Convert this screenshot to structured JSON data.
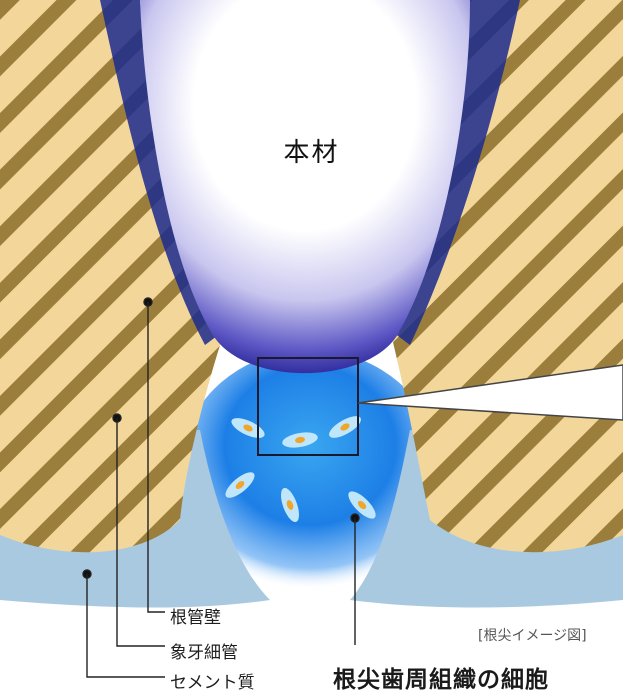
{
  "diagram": {
    "title": "本材",
    "labels": {
      "root_canal_wall": "根管壁",
      "dentinal_tubules": "象牙細管",
      "cementum": "セメント質",
      "periapical_cells": "根尖歯周組織の細胞",
      "caption": "[根尖イメージ図]"
    },
    "colors": {
      "dentin": "#f3d79a",
      "stripe": "#9c7e3c",
      "tubule_blue": "#1b2a8e",
      "cementum": "#a9c9e0",
      "material_core": "#ffffff",
      "material_edge": "#1f1a8c",
      "tissue_blue": "#1d7fe6",
      "cell": "#bfe6fb",
      "nucleus": "#f0a62b"
    }
  }
}
